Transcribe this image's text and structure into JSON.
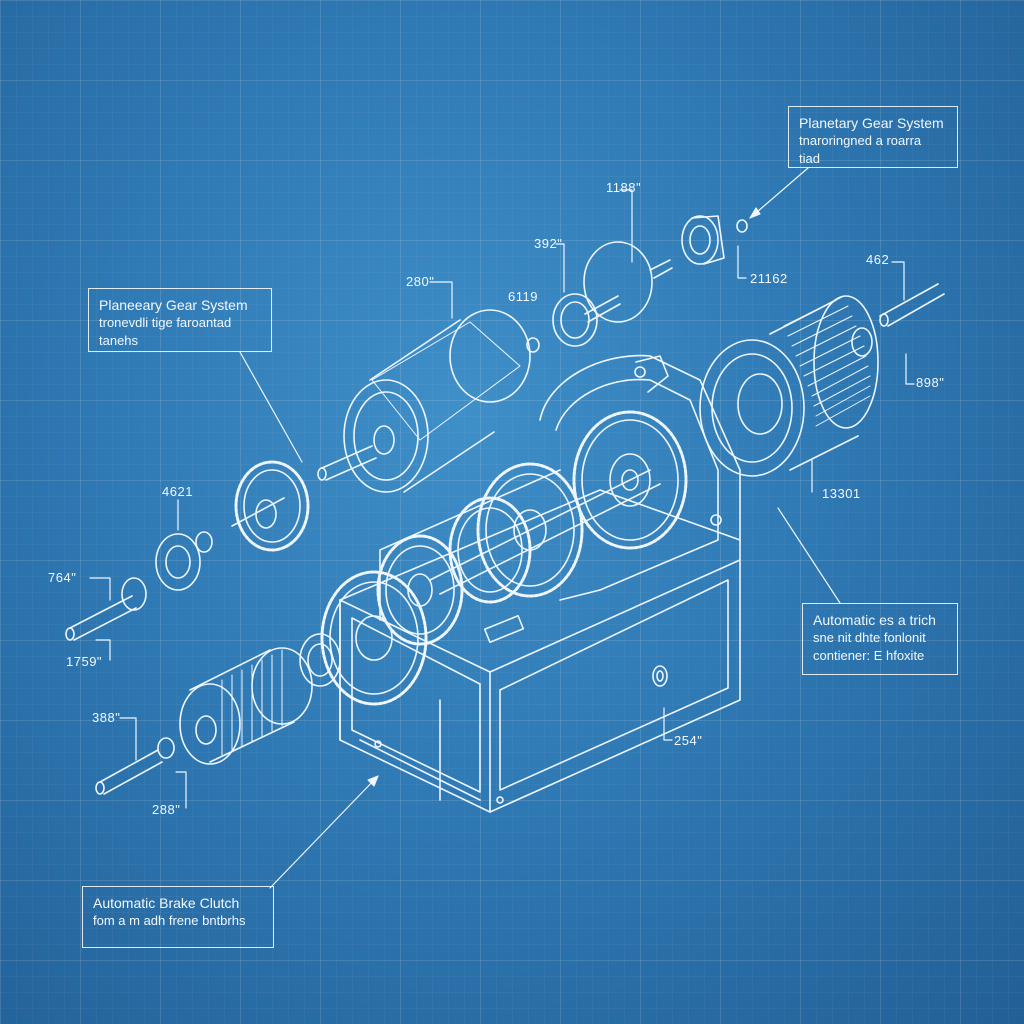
{
  "callouts": {
    "top_right": {
      "title": "Planetary Gear System",
      "line2": "tnaroringned a roarra",
      "line3": "tiad"
    },
    "left": {
      "title": "Planeeary Gear System",
      "line2": "tronevdli tige faroantad",
      "line3": "tanehs"
    },
    "right": {
      "title": "Automatic es a trich",
      "line2": "sne nit dhte fonlonit",
      "line3": "contiener: E hfoxite"
    },
    "bottom_left": {
      "title": "Automatic Brake Clutch",
      "line2": "fom a m adh frene bntbrhs"
    }
  },
  "dimensions": {
    "d1": "1188\"",
    "d2": "392\"",
    "d3": "280\"",
    "d4": "6119",
    "d5": "21162",
    "d6": "462",
    "d7": "898\"",
    "d8": "13301",
    "d9": "4621",
    "d10": "764\"",
    "d11": "1759\"",
    "d12": "388\"",
    "d13": "288\"",
    "d14": "254\""
  },
  "colors": {
    "line": "#eef6ff",
    "background": "#2f79b4"
  }
}
